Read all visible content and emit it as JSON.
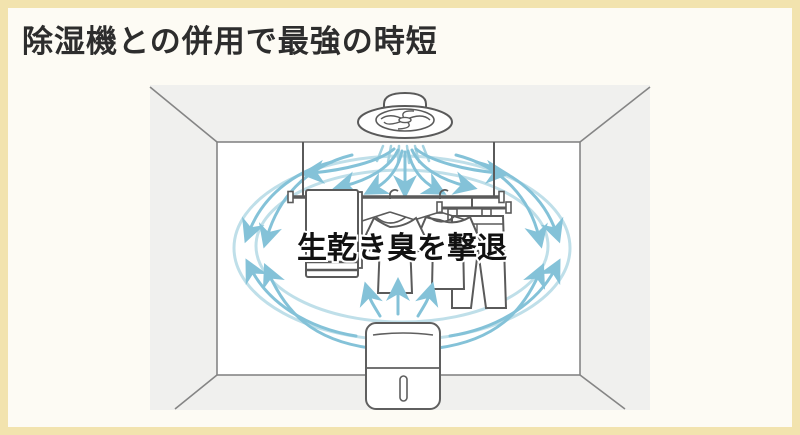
{
  "title": "除湿機との併用で最強の時短",
  "illustration": {
    "caption": "生乾き臭を撃退",
    "elements": {
      "room": "room-interior-perspective",
      "fan": "ceiling-circulator-fan",
      "rod": "laundry-drying-rod",
      "towel": "hanging-towel",
      "tshirts": "two-tshirts-on-hangers",
      "pants": "pants-on-clip-hanger",
      "dehumidifier": "dehumidifier-unit",
      "airflow": "circulating-airflow-arrows"
    }
  },
  "colors": {
    "page_background": "#fdfbf4",
    "frame_border": "#f2e3ae",
    "canvas_gray": "#f0f0ee",
    "room_line": "#808080",
    "object_line": "#5a5a5a",
    "arrow_blue": "#84c2d8",
    "arrow_light_blue": "#bfdfe9",
    "title_text": "#2d2d2d",
    "caption_text": "#111111"
  }
}
